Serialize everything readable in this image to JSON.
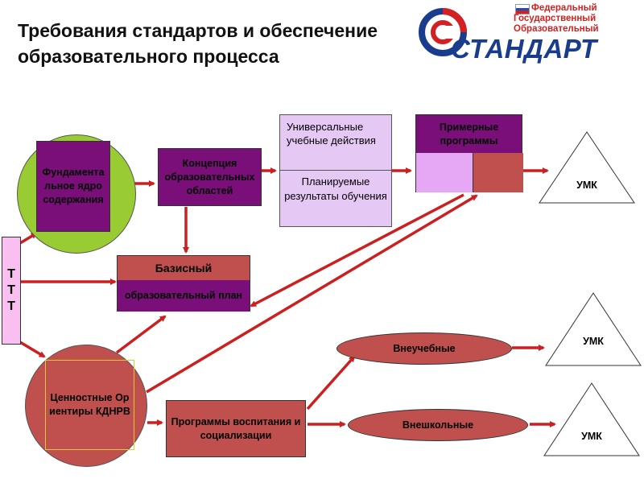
{
  "title": "Требования стандартов и обеспечение образовательного процесса",
  "logo": {
    "line1": "Федеральный",
    "line2": "Государственный",
    "line3": "Образовательный",
    "main": "СТАНДАРТ",
    "colors": {
      "red": "#d42020",
      "blue": "#1a3c8c"
    }
  },
  "nodes": {
    "fundamental_core": "Фундаментальное ядро содержания",
    "concept": "Концепция образовательных областей",
    "universal_actions": "Универсальные учебные действия",
    "planned_results": "Планируемые результаты обучения",
    "sample_programs": "Примерные программы",
    "umk_top": "УМК",
    "ttt": "Т Т Т",
    "basic_plan_head": "Базисный",
    "basic_plan_body": "образовательный план",
    "values": "Ценностные Ориентиры КДНРВ",
    "upbringing": "Программы воспитания и социализации",
    "extracurricular": "Внеучебные",
    "out_of_school": "Внешкольные",
    "umk_mid": "УМК",
    "umk_bottom": "УМК"
  },
  "colors": {
    "arrow": "#cc1f1f",
    "purple": "#7a0f7a",
    "lilac": "#e6c8f5",
    "lime": "#99cc33",
    "pink": "#f8bff0",
    "brick": "#c0504d",
    "node_text": "#000000"
  }
}
